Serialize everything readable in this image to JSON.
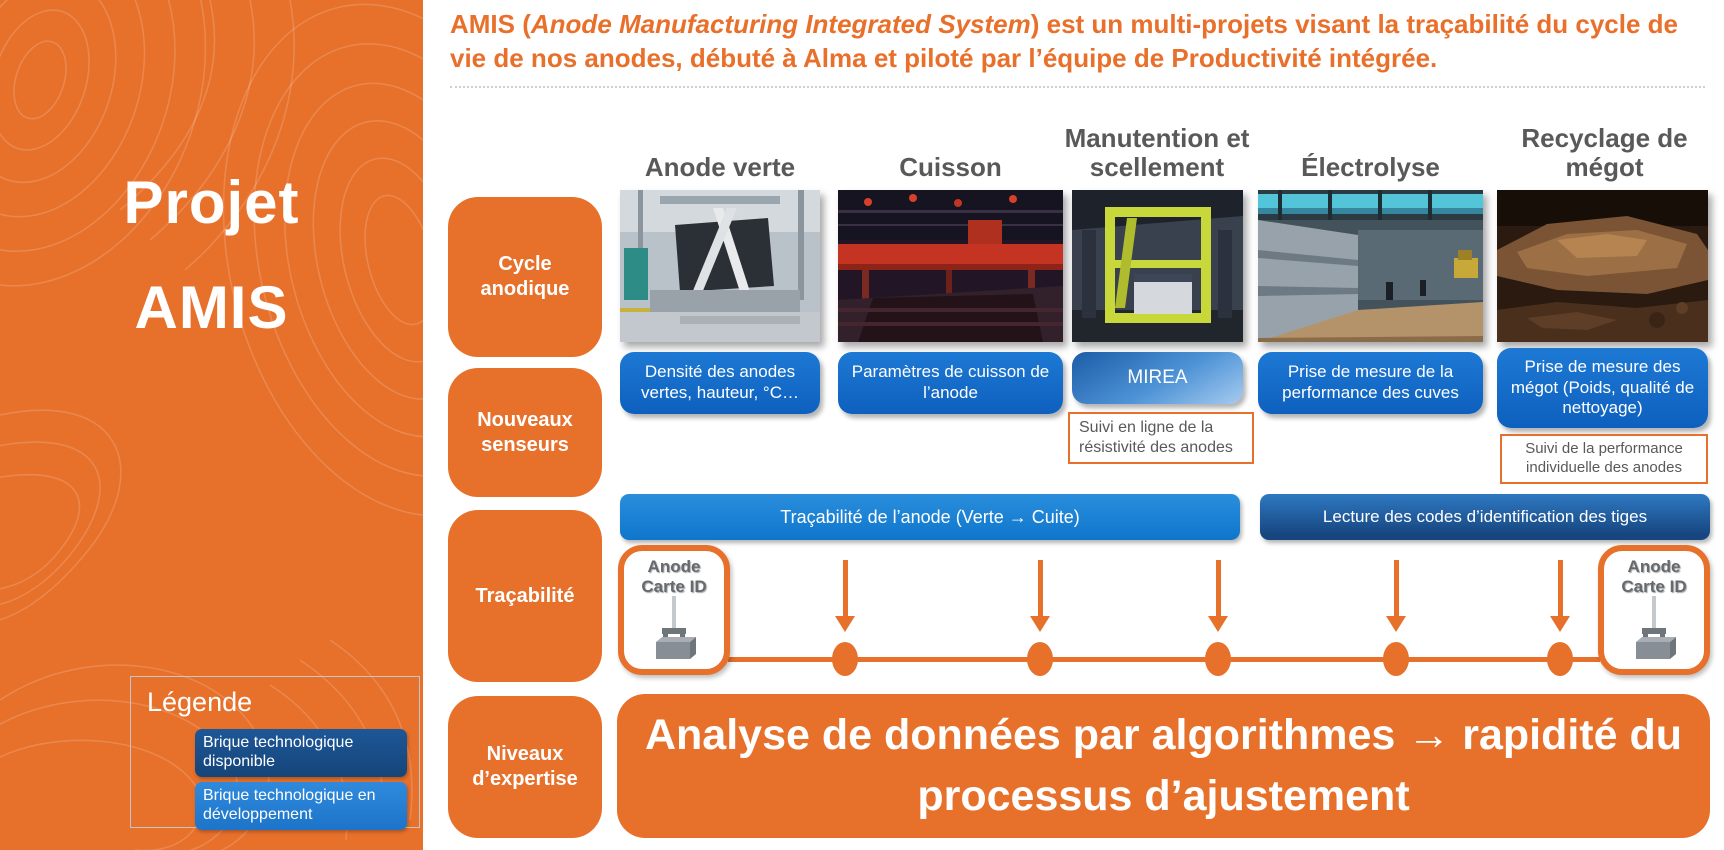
{
  "sidebar": {
    "title_line1": "Projet",
    "title_line2": "AMIS",
    "legend": {
      "title": "Légende",
      "items": [
        {
          "label": "Brique technologique disponible",
          "color": "#154579"
        },
        {
          "label": "Brique technologique en développement",
          "color": "#1d74c8"
        }
      ]
    }
  },
  "header": {
    "prefix": "AMIS (",
    "italic": "Anode Manufacturing Integrated System",
    "suffix": ") est un multi-projets visant la traçabilité du cycle de vie de nos anodes, débuté à Alma et piloté par l’équipe de Productivité intégrée."
  },
  "columns": [
    "Anode verte",
    "Cuisson",
    "Manutention et scellement",
    "Électrolyse",
    "Recyclage de mégot"
  ],
  "row_labels": [
    "Cycle anodique",
    "Nouveaux senseurs",
    "Traçabilité",
    "Niveaux d’expertise"
  ],
  "photos": [
    {
      "name": "anode-verte-photo"
    },
    {
      "name": "cuisson-photo"
    },
    {
      "name": "manutention-scellement-photo"
    },
    {
      "name": "electrolyse-photo"
    },
    {
      "name": "recyclage-megot-photo"
    }
  ],
  "sensor_captions": [
    "Densité des anodes vertes, hauteur, °C…",
    "Paramètres de cuisson de l’anode",
    "MIREA",
    "Prise de mesure de la performance des cuves",
    "Prise de mesure des mégot (Poids, qualité de nettoyage)"
  ],
  "notes": [
    "Suivi en ligne de la résistivité des anodes",
    "Suivi de la performance individuelle des anodes"
  ],
  "tracabilite": {
    "bar_left": "Traçabilité de l’anode (Verte → Cuite)",
    "bar_right": "Lecture des codes d’identification des tiges",
    "card_line1": "Anode",
    "card_line2": "Carte ID"
  },
  "banner": "Analyse de données par algorithmes → rapidité du processus d’ajustement",
  "colors": {
    "accent_orange": "#E7702B",
    "caption_blue": "#1268C8",
    "dark_blue": "#154579",
    "light_blue": "#1d74c8",
    "text_gray": "#595959"
  }
}
